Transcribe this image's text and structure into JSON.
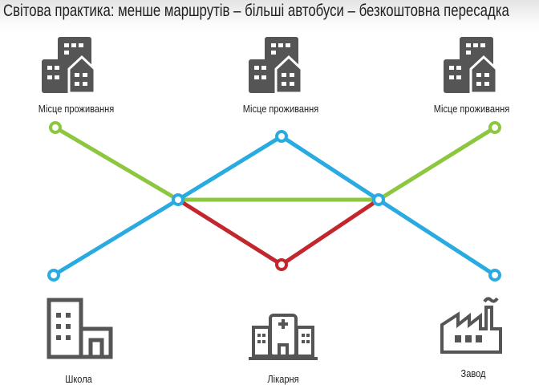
{
  "title": "Світова практика: менше маршрутів – більші автобуси – безкоштовна пересадка",
  "places": {
    "home1": "Місце проживання",
    "home2": "Місце проживання",
    "home3": "Місце проживання",
    "school": "Школа",
    "hospital": "Лікарня",
    "factory": "Завод"
  },
  "colors": {
    "green": "#8dc63f",
    "blue": "#29abe2",
    "red": "#c1272d",
    "icon": "#555555"
  }
}
